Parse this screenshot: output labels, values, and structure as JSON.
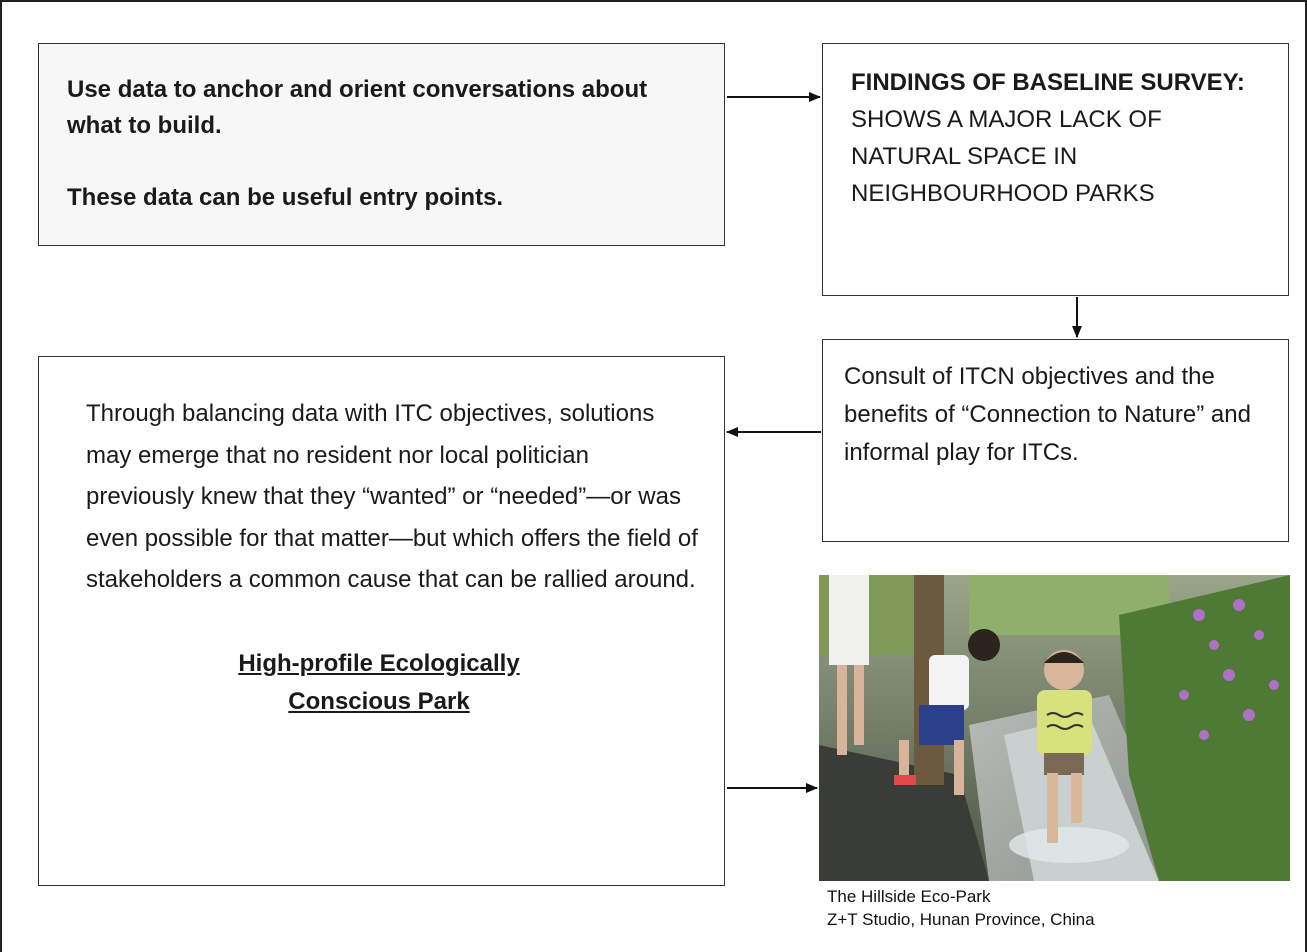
{
  "box_data": {
    "line1": "Use data to anchor and orient conversations about what to build.",
    "line2": "These data can be useful entry points."
  },
  "box_findings": {
    "title": "FINDINGS OF BASELINE SURVEY:",
    "body": "SHOWS A MAJOR LACK OF NATURAL SPACE IN NEIGHBOURHOOD PARKS"
  },
  "box_consult": {
    "body": "Consult of ITCN objectives and the benefits of “Connection to Nature” and informal play for ITCs."
  },
  "box_balance": {
    "body": "Through balancing data with ITC objectives, solutions may emerge that no resident nor local politician previously knew that they “wanted” or “needed”—or was even possible for that matter—but which offers the field of stakeholders a common cause that can be rallied around.",
    "subject_line1": "High-profile Ecologically",
    "subject_line2": "Conscious Park"
  },
  "photo": {
    "caption_line1": "The Hillside Eco-Park",
    "caption_line2": "Z+T Studio, Hunan Province, China"
  }
}
